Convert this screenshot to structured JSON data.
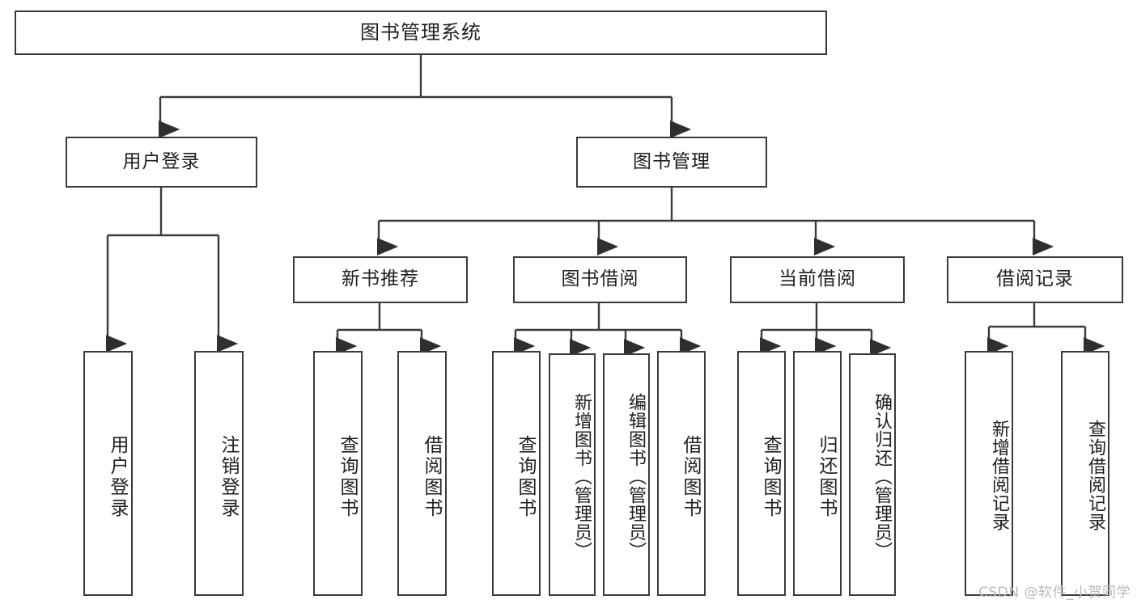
{
  "diagram": {
    "title": "图书管理系统",
    "type": "tree-hierarchy-diagram",
    "colors": {
      "box_border": "#3a3a3a",
      "box_fill": "#ffffff",
      "connector": "#3a3a3a",
      "text": "#1f1f1f",
      "watermark": "#b9b9b9"
    },
    "root": {
      "label": "图书管理系统"
    },
    "level2": [
      {
        "label": "用户登录"
      },
      {
        "label": "图书管理"
      }
    ],
    "level3": [
      {
        "label": "新书推荐"
      },
      {
        "label": "图书借阅"
      },
      {
        "label": "当前借阅"
      },
      {
        "label": "借阅记录"
      }
    ],
    "leaves": {
      "user_login": [
        {
          "label": "用户登录"
        },
        {
          "label": "注销登录"
        }
      ],
      "new_book_recommend": [
        {
          "label": "查询图书"
        },
        {
          "label": "借阅图书"
        }
      ],
      "book_borrow": [
        {
          "label": "查询图书"
        },
        {
          "label": "新增图书（管理员）"
        },
        {
          "label": "编辑图书（管理员）"
        },
        {
          "label": "借阅图书"
        }
      ],
      "current_borrow": [
        {
          "label": "查询图书"
        },
        {
          "label": "归还图书"
        },
        {
          "label": "确认归还（管理员）"
        }
      ],
      "borrow_record": [
        {
          "label": "新增借阅记录"
        },
        {
          "label": "查询借阅记录"
        }
      ]
    }
  },
  "watermark": {
    "text": "CSDN @软件_小贺同学"
  }
}
